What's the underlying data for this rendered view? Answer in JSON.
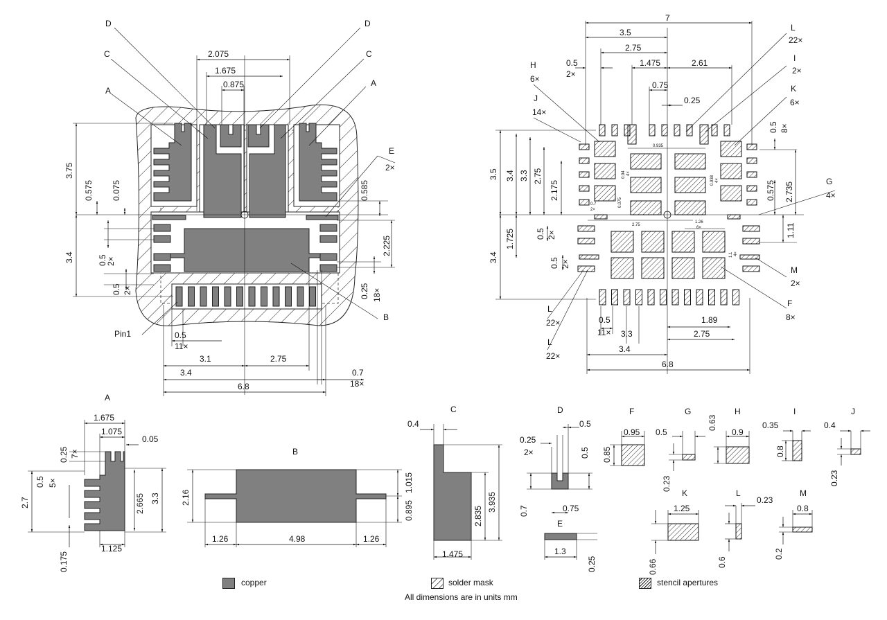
{
  "legend": {
    "copper": "copper",
    "solder_mask": "solder mask",
    "stencil": "stencil apertures",
    "note": "All dimensions are in units mm",
    "colors": {
      "copper": "#808080",
      "outline": "#222222"
    }
  },
  "left_view": {
    "callouts": {
      "d": "D",
      "c": "C",
      "a": "A",
      "e": "E",
      "e_count": "2×",
      "b": "B",
      "pin1": "Pin1"
    },
    "top_dims": {
      "w2075": "2.075",
      "w1675": "1.675",
      "w0875": "0.875"
    },
    "left_dims": {
      "h375": "3.75",
      "h0575": "0.575",
      "h0075": "0.075",
      "h34": "3.4",
      "p05a": "0.5",
      "p05a_n": "2×",
      "p05b": "0.5",
      "p05b_n": "2×"
    },
    "right_dims": {
      "h0585": "0.585",
      "h2225": "2.225",
      "h025": "0.25",
      "h025_n": "18×"
    },
    "bottom_dims": {
      "p05": "0.5",
      "p05_n": "11×",
      "w31": "3.1",
      "w275": "2.75",
      "w34": "3.4",
      "w68": "6.8",
      "w07": "0.7",
      "w07_n": "18×"
    }
  },
  "right_view": {
    "callouts": {
      "h": "H",
      "h_n": "6×",
      "j": "J",
      "j_n": "14×",
      "l_top": "L",
      "l_top_n": "22×",
      "i": "I",
      "i_n": "2×",
      "k": "K",
      "k_n": "6×",
      "g": "G",
      "g_n": "4×",
      "m": "M",
      "m_n": "2×",
      "f": "F",
      "f_n": "8×",
      "l_b1": "L",
      "l_b1_n": "22×",
      "l_b2": "L",
      "l_b2_n": "22×"
    },
    "top_dims": {
      "w7": "7",
      "w35": "3.5",
      "w275": "2.75",
      "w05": "0.5",
      "w05_n": "2×",
      "w1475": "1.475",
      "w261": "2.61",
      "w075": "0.75",
      "w025": "0.25"
    },
    "left_dims": {
      "h35": "3.5",
      "h34": "3.4",
      "h33": "3.3",
      "h275": "2.75",
      "h2175": "2.175",
      "h1725": "1.725",
      "h34b": "3.4",
      "p05a": "0.5",
      "p05a_n": "2×",
      "p05b": "0.5",
      "p05b_n": "2×"
    },
    "right_dims": {
      "h05": "0.5",
      "h05_n": "8×",
      "h0575": "0.575",
      "h2735": "2.735",
      "h111": "1.11"
    },
    "small_labels": {
      "s0935": "0.935",
      "s094": "0.94",
      "s4x": "4×",
      "s0938": "0.938",
      "s4x2": "4×",
      "s07": "0.7",
      "s2x": "2×",
      "s0075": "0.075",
      "s275": "2.75",
      "s126": "1.26",
      "s6x": "6×",
      "s11": "1.1",
      "s4x3": "4×"
    },
    "bottom_dims": {
      "p05": "0.5",
      "p05_n": "11×",
      "w33": "3.3",
      "w189": "1.89",
      "w275": "2.75",
      "w34": "3.4",
      "w68": "6.8"
    }
  },
  "details": {
    "A": {
      "title": "A",
      "w1675": "1.675",
      "w1075": "1.075",
      "w005": "0.05",
      "p025": "0.25",
      "p025_n": "7×",
      "p05": "0.5",
      "p05_n": "5×",
      "h27": "2.7",
      "h2665": "2.665",
      "h33": "3.3",
      "h0175": "0.175",
      "w1125": "1.125"
    },
    "B": {
      "title": "B",
      "h216": "2.16",
      "w126a": "1.26",
      "w498": "4.98",
      "w126b": "1.26",
      "h1015": "1.015",
      "h0895": "0.895"
    },
    "C": {
      "title": "C",
      "w04": "0.4",
      "h2835": "2.835",
      "h3935": "3.935",
      "w1475": "1.475"
    },
    "D": {
      "title": "D",
      "w025": "0.25",
      "w025_n": "2×",
      "w05": "0.5",
      "h05": "0.5",
      "h07": "0.7",
      "w075": "0.75"
    },
    "E": {
      "title": "E",
      "w13": "1.3",
      "h025": "0.25"
    },
    "F": {
      "title": "F",
      "w095": "0.95",
      "h085": "0.85"
    },
    "G": {
      "title": "G",
      "w05": "0.5",
      "h023": "0.23"
    },
    "H": {
      "title": "H",
      "h063": "0.63",
      "w09": "0.9"
    },
    "I": {
      "title": "I",
      "w035": "0.35",
      "h08": "0.8"
    },
    "J": {
      "title": "J",
      "w04": "0.4",
      "h023": "0.23"
    },
    "K": {
      "title": "K",
      "w125": "1.25",
      "h066": "0.66"
    },
    "L": {
      "title": "L",
      "w023": "0.23",
      "h06": "0.6"
    },
    "M": {
      "title": "M",
      "w08": "0.8",
      "h02": "0.2"
    }
  }
}
